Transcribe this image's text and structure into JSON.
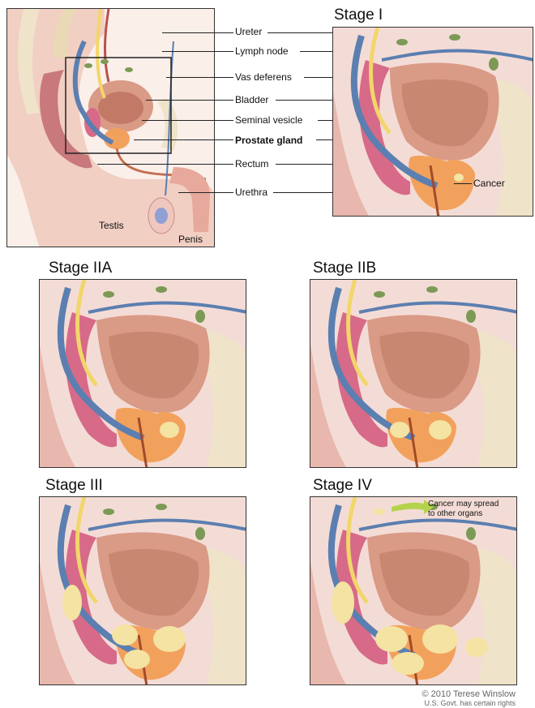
{
  "overview": {
    "labels": {
      "ureter": "Ureter",
      "lymph_node": "Lymph node",
      "vas_deferens": "Vas deferens",
      "bladder": "Bladder",
      "seminal_vesicle": "Seminal vesicle",
      "prostate_gland": "Prostate gland",
      "rectum": "Rectum",
      "urethra": "Urethra",
      "testis": "Testis",
      "penis": "Penis"
    }
  },
  "stages": {
    "s1": {
      "title": "Stage I",
      "cancer_label": "Cancer"
    },
    "s2a": {
      "title": "Stage IIA"
    },
    "s2b": {
      "title": "Stage IIB"
    },
    "s3": {
      "title": "Stage III"
    },
    "s4": {
      "title": "Stage IV",
      "spread_label_1": "Cancer may spread",
      "spread_label_2": "to other organs"
    }
  },
  "copyright": {
    "line1": "© 2010 Terese Winslow",
    "line2": "U.S. Govt. has certain rights"
  },
  "colors": {
    "tissue": "#f2d3cc",
    "bladder": "#d99a86",
    "bladder_inner": "#c27a66",
    "prostate": "#f2a15c",
    "vein": "#5b7fb0",
    "ureter_yellow": "#f1d66a",
    "vesicle": "#d76a88",
    "lymph": "#7c9a55",
    "cancer": "#f4e3a2",
    "bone": "#efe3c9"
  }
}
